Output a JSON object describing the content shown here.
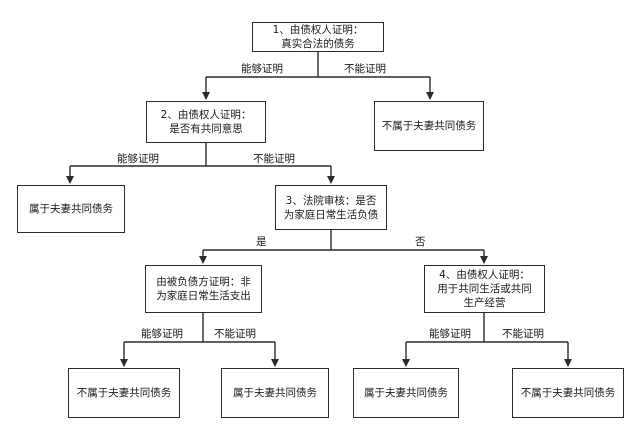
{
  "nodes": {
    "q1": "1、由债权人证明：\n真实合法的债务",
    "not_joint_1": "不属于夫妻共同债务",
    "q2": "2、由债权人证明：\n是否有共同意思",
    "joint_1": "属于夫妻共同债务",
    "q3": "3、法院审核：是否\n为家庭日常生活负债",
    "q_debtor": "由被负债方证明：非\n为家庭日常生活支出",
    "q4": "4、由债权人证明：\n用于共同生活或共同\n生产经营",
    "leaf_not_joint_a": "不属于夫妻共同债务",
    "leaf_joint_b": "属于夫妻共同债务",
    "leaf_joint_c": "属于夫妻共同债务",
    "leaf_not_joint_d": "不属于夫妻共同债务"
  },
  "edge_labels": {
    "q1_can": "能够证明",
    "q1_cannot": "不能证明",
    "q2_can": "能够证明",
    "q2_cannot": "不能证明",
    "q3_yes": "是",
    "q3_no": "否",
    "debtor_can": "能够证明",
    "debtor_cannot": "不能证明",
    "q4_can": "能够证明",
    "q4_cannot": "不能证明"
  }
}
